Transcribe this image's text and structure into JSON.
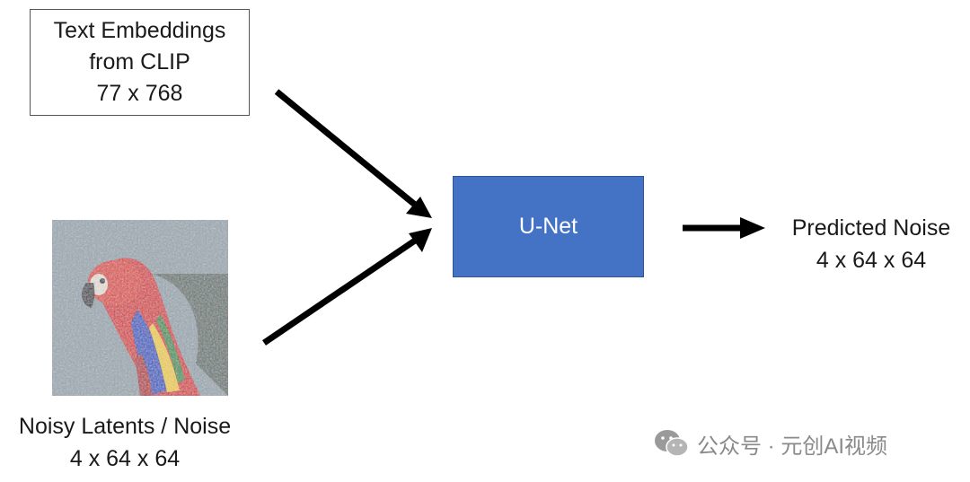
{
  "text_embeddings": {
    "line1": "Text Embeddings",
    "line2": "from CLIP",
    "line3": "77 x 768"
  },
  "unet": {
    "label": "U-Net"
  },
  "noisy_latents": {
    "line1": "Noisy Latents / Noise",
    "line2": "4 x 64 x 64",
    "image_icon": "parrot-noisy-image"
  },
  "predicted_noise": {
    "line1": "Predicted Noise",
    "line2": "4 x 64 x 64"
  },
  "watermark": {
    "text": "公众号 · 元创AI视频",
    "icon": "wechat-icon"
  },
  "colors": {
    "unet_fill": "#4472c4",
    "arrow": "#000000",
    "box_border": "#555555",
    "watermark": "#8a8a8a"
  }
}
